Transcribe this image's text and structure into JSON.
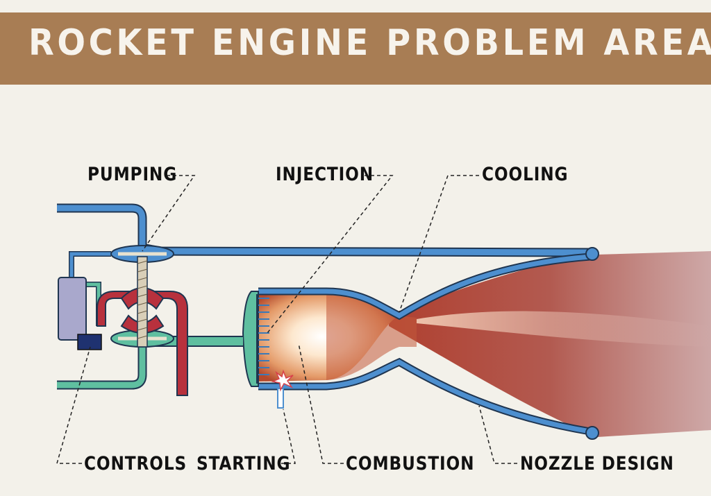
{
  "title": "ROCKET ENGINE PROBLEM AREAS",
  "labels": {
    "pumping": "PUMPING",
    "injection": "INJECTION",
    "cooling": "COOLING",
    "controls": "CONTROLS",
    "starting": "STARTING",
    "combustion": "COMBUSTION",
    "nozzle_design": "NOZZLE DESIGN"
  },
  "colors": {
    "title_bar": "#a87d54",
    "fuel_line": "#4d8fcf",
    "oxidizer_line": "#5fbfa0",
    "turbine_line": "#b8313d",
    "exhaust": "#a8493a",
    "outline": "#1f3550"
  }
}
